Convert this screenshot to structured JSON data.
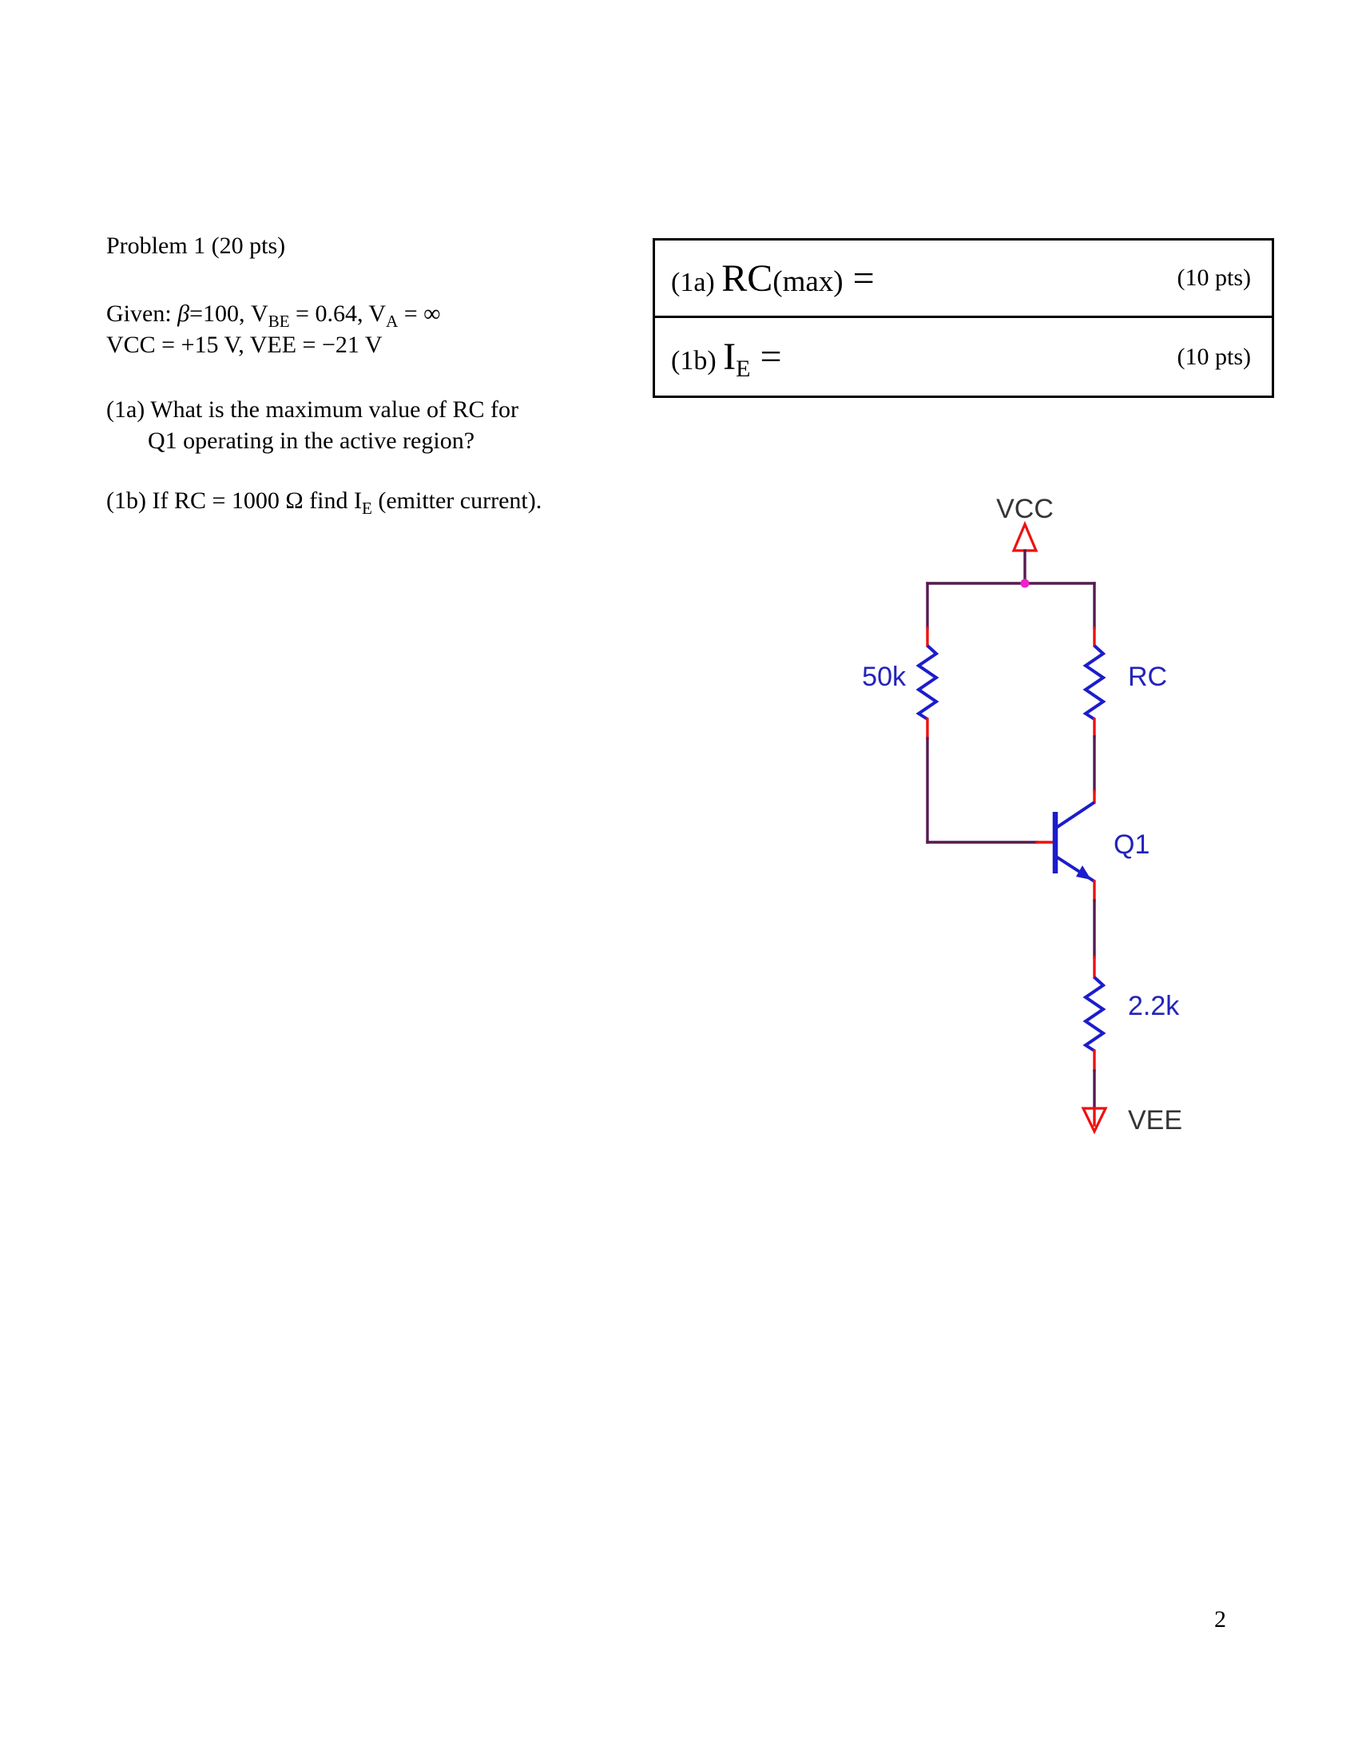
{
  "colors": {
    "wire": "#571a4f",
    "resistor_blue": "#1c1ccc",
    "label_blue": "#2323bb",
    "power_label_dark": "#353535",
    "terminal_red": "#ee1111",
    "node_magenta": "#ee22cc",
    "box_border": "#000000"
  },
  "problem": {
    "title": "Problem 1 (20 pts)",
    "given_prefix": "Given: ",
    "given_beta": "β",
    "given_mid0": "=100, V",
    "given_sub_be": "BE",
    "given_mid1": " = 0.64, V",
    "given_sub_a": "A",
    "given_end": " = ∞",
    "given_line2": "VCC = +15 V, VEE = −21 V",
    "q1a_line1": "(1a) What is the maximum value of RC for",
    "q1a_line2": "Q1 operating in the active region?",
    "q1b_pre": "(1b) If RC = 1000 Ω find I",
    "q1b_sub": "E",
    "q1b_post": " (emitter current)."
  },
  "answer_boxes": {
    "box1": {
      "prefix": "(1a) ",
      "big": "RC",
      "paren": "(max)",
      "equals": " =",
      "pts": "(10 pts)"
    },
    "box2": {
      "prefix": "(1b) ",
      "big": "I",
      "sub": "E",
      "equals": " =",
      "pts": "(10 pts)"
    }
  },
  "circuit": {
    "vcc_label": "VCC",
    "vee_label": "VEE",
    "r_bias_label": "50k",
    "r_collector_label": "RC",
    "transistor_label": "Q1",
    "r_emitter_label": "2.2k"
  },
  "page_number": "2"
}
